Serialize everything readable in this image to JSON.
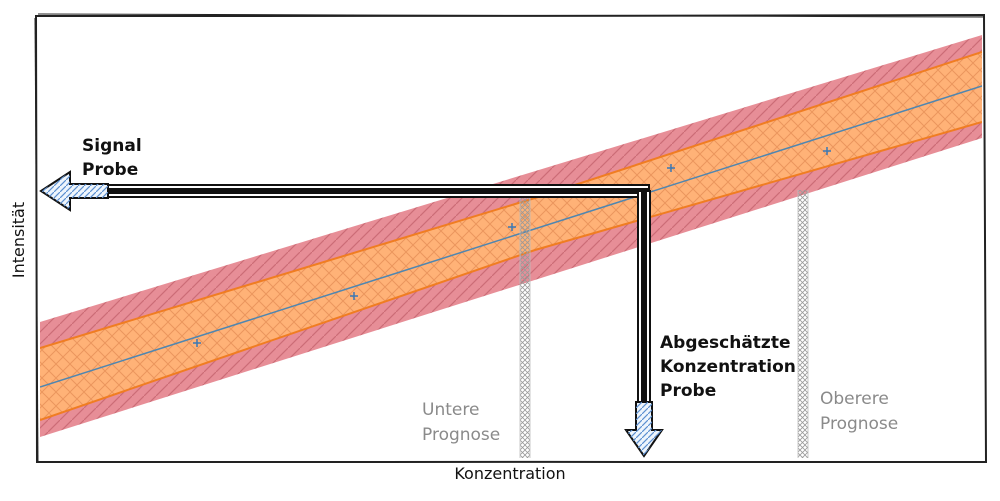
{
  "labels": {
    "signal_line1": "Signal",
    "signal_line2": "Probe",
    "estimated_line1": "Abgeschätzte",
    "estimated_line2": "Konzentration",
    "estimated_line3": "Probe",
    "lower_line1": "Untere",
    "lower_line2": "Prognose",
    "upper_line1": "Oberere",
    "upper_line2": "Prognose",
    "xlabel": "Konzentration",
    "ylabel": "Intensität"
  },
  "colors": {
    "outer_band": "#e37a85",
    "inner_band": "#ffb277",
    "band_edge": "#f07d22",
    "regression_line": "#4f86b0",
    "points": "#3a78b5",
    "arrow_outline": "#111111",
    "arrow_fill": "#a9c8e8",
    "prognose_hatch": "#b0b0b0"
  }
}
